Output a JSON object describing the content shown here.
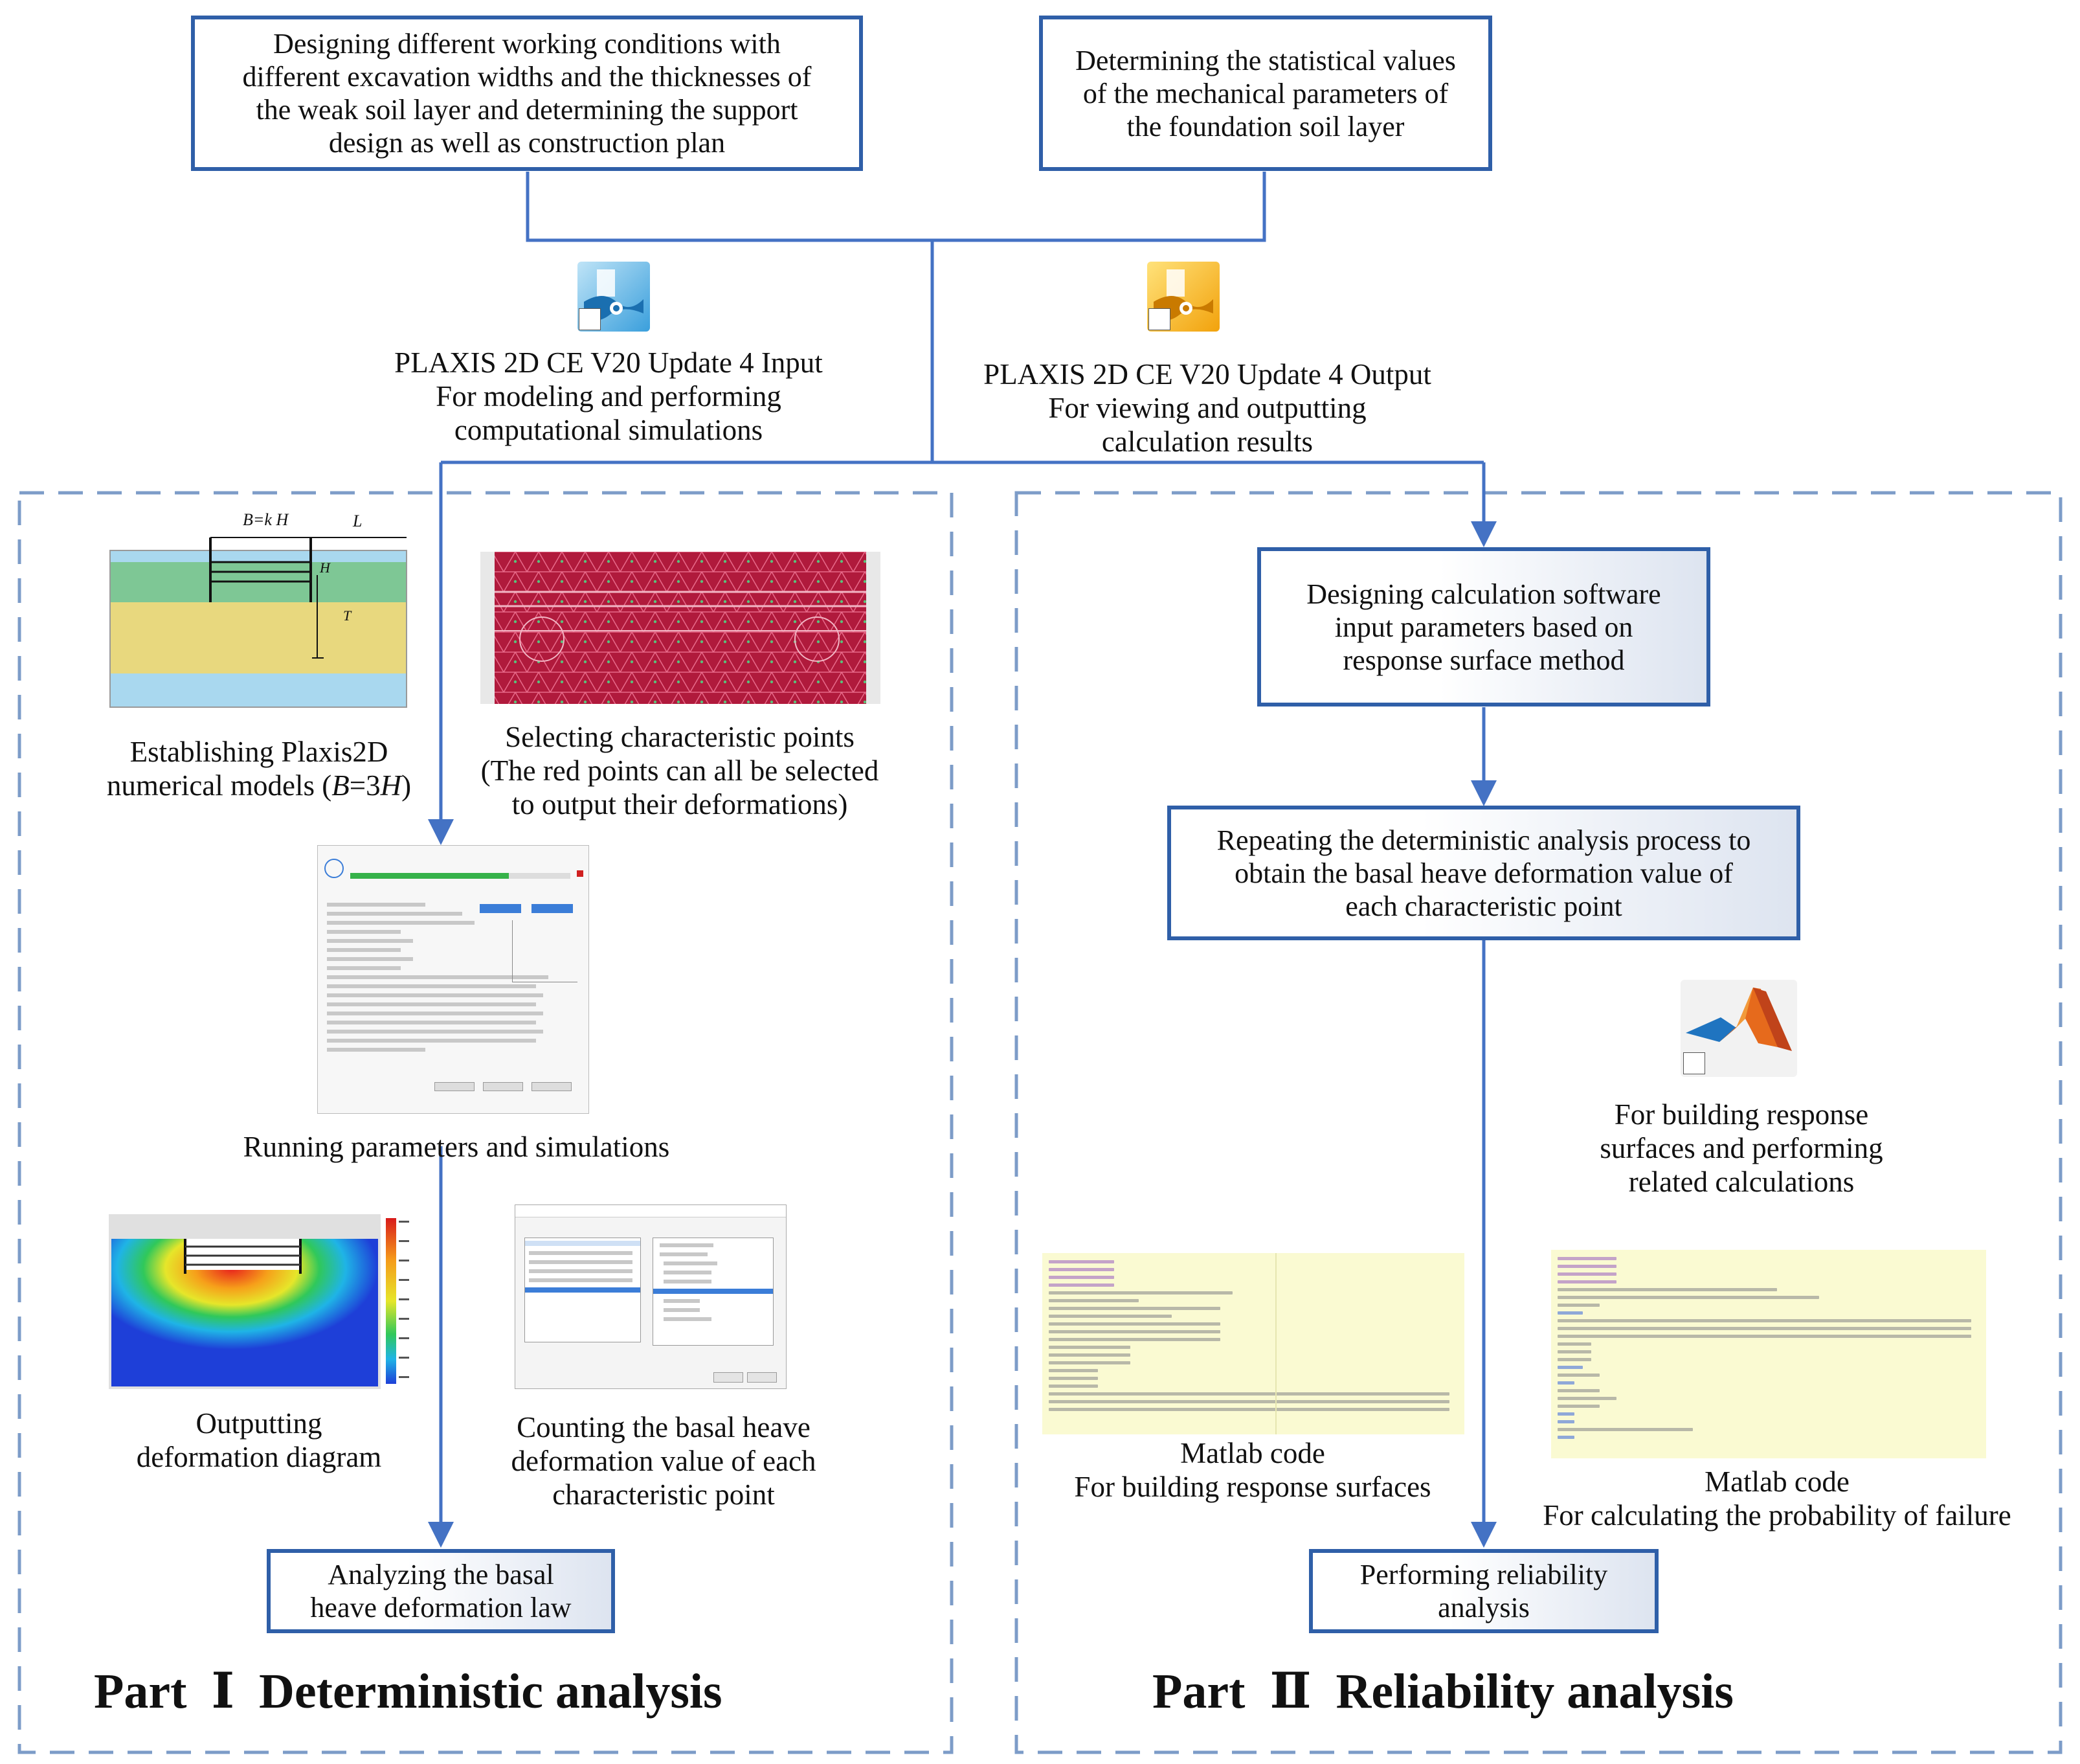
{
  "top_left_box": {
    "lines": [
      "Designing different working conditions with",
      "different excavation widths and the thicknesses of",
      "the weak soil layer and determining the support",
      "design as well as construction plan"
    ]
  },
  "top_right_box": {
    "lines": [
      "Determining the statistical values",
      "of the mechanical parameters of",
      "the foundation soil layer"
    ]
  },
  "plaxis_input": {
    "icon": "plaxis-input-icon",
    "lines": [
      "PLAXIS 2D CE V20 Update 4 Input",
      "For modeling and performing",
      "computational simulations"
    ]
  },
  "plaxis_output": {
    "icon": "plaxis-output-icon",
    "lines": [
      "PLAXIS 2D CE V20 Update 4 Output",
      "For viewing and outputting",
      "calculation results"
    ]
  },
  "part1": {
    "title": "Part  Ⅰ  Deterministic analysis",
    "model": {
      "label_bkh": "B=k H",
      "label_l": "L",
      "label_h": "H",
      "label_t": "T",
      "caption_line1": "Establishing Plaxis2D",
      "caption_line2_pre": "numerical models (",
      "caption_b": "B",
      "caption_eq": "=3",
      "caption_h": "H",
      "caption_close": ")"
    },
    "char_points": {
      "lines": [
        "Selecting characteristic points",
        "(The red points can all be selected",
        "to output their deformations)"
      ]
    },
    "running": {
      "caption": "Running parameters and simulations"
    },
    "deformation": {
      "lines": [
        "Outputting",
        "deformation diagram"
      ]
    },
    "counting": {
      "lines": [
        "Counting the basal heave",
        "deformation value of each",
        "characteristic point"
      ]
    },
    "analyzing_box": {
      "lines": [
        "Analyzing the basal",
        "heave deformation law"
      ]
    }
  },
  "part2": {
    "title": "Part  Ⅱ  Reliability analysis",
    "rsm_box": {
      "lines": [
        "Designing calculation software",
        "input parameters based on",
        "response surface method"
      ]
    },
    "repeat_box": {
      "lines": [
        "Repeating the deterministic analysis process to",
        "obtain the basal heave deformation value of",
        "each characteristic point"
      ]
    },
    "matlab": {
      "icon": "matlab-icon",
      "lines": [
        "For building response",
        "surfaces and performing",
        "related calculations"
      ]
    },
    "code1": {
      "lines": [
        "Matlab code",
        "For building response surfaces"
      ]
    },
    "code2": {
      "lines": [
        "Matlab code",
        "For calculating the probability of failure"
      ]
    },
    "reliability_box": {
      "lines": [
        "Performing reliability",
        "analysis"
      ]
    }
  },
  "colors": {
    "arrow": "#4472c4",
    "box_border": "#2f5fa8",
    "dash": "#7d9cc8"
  }
}
